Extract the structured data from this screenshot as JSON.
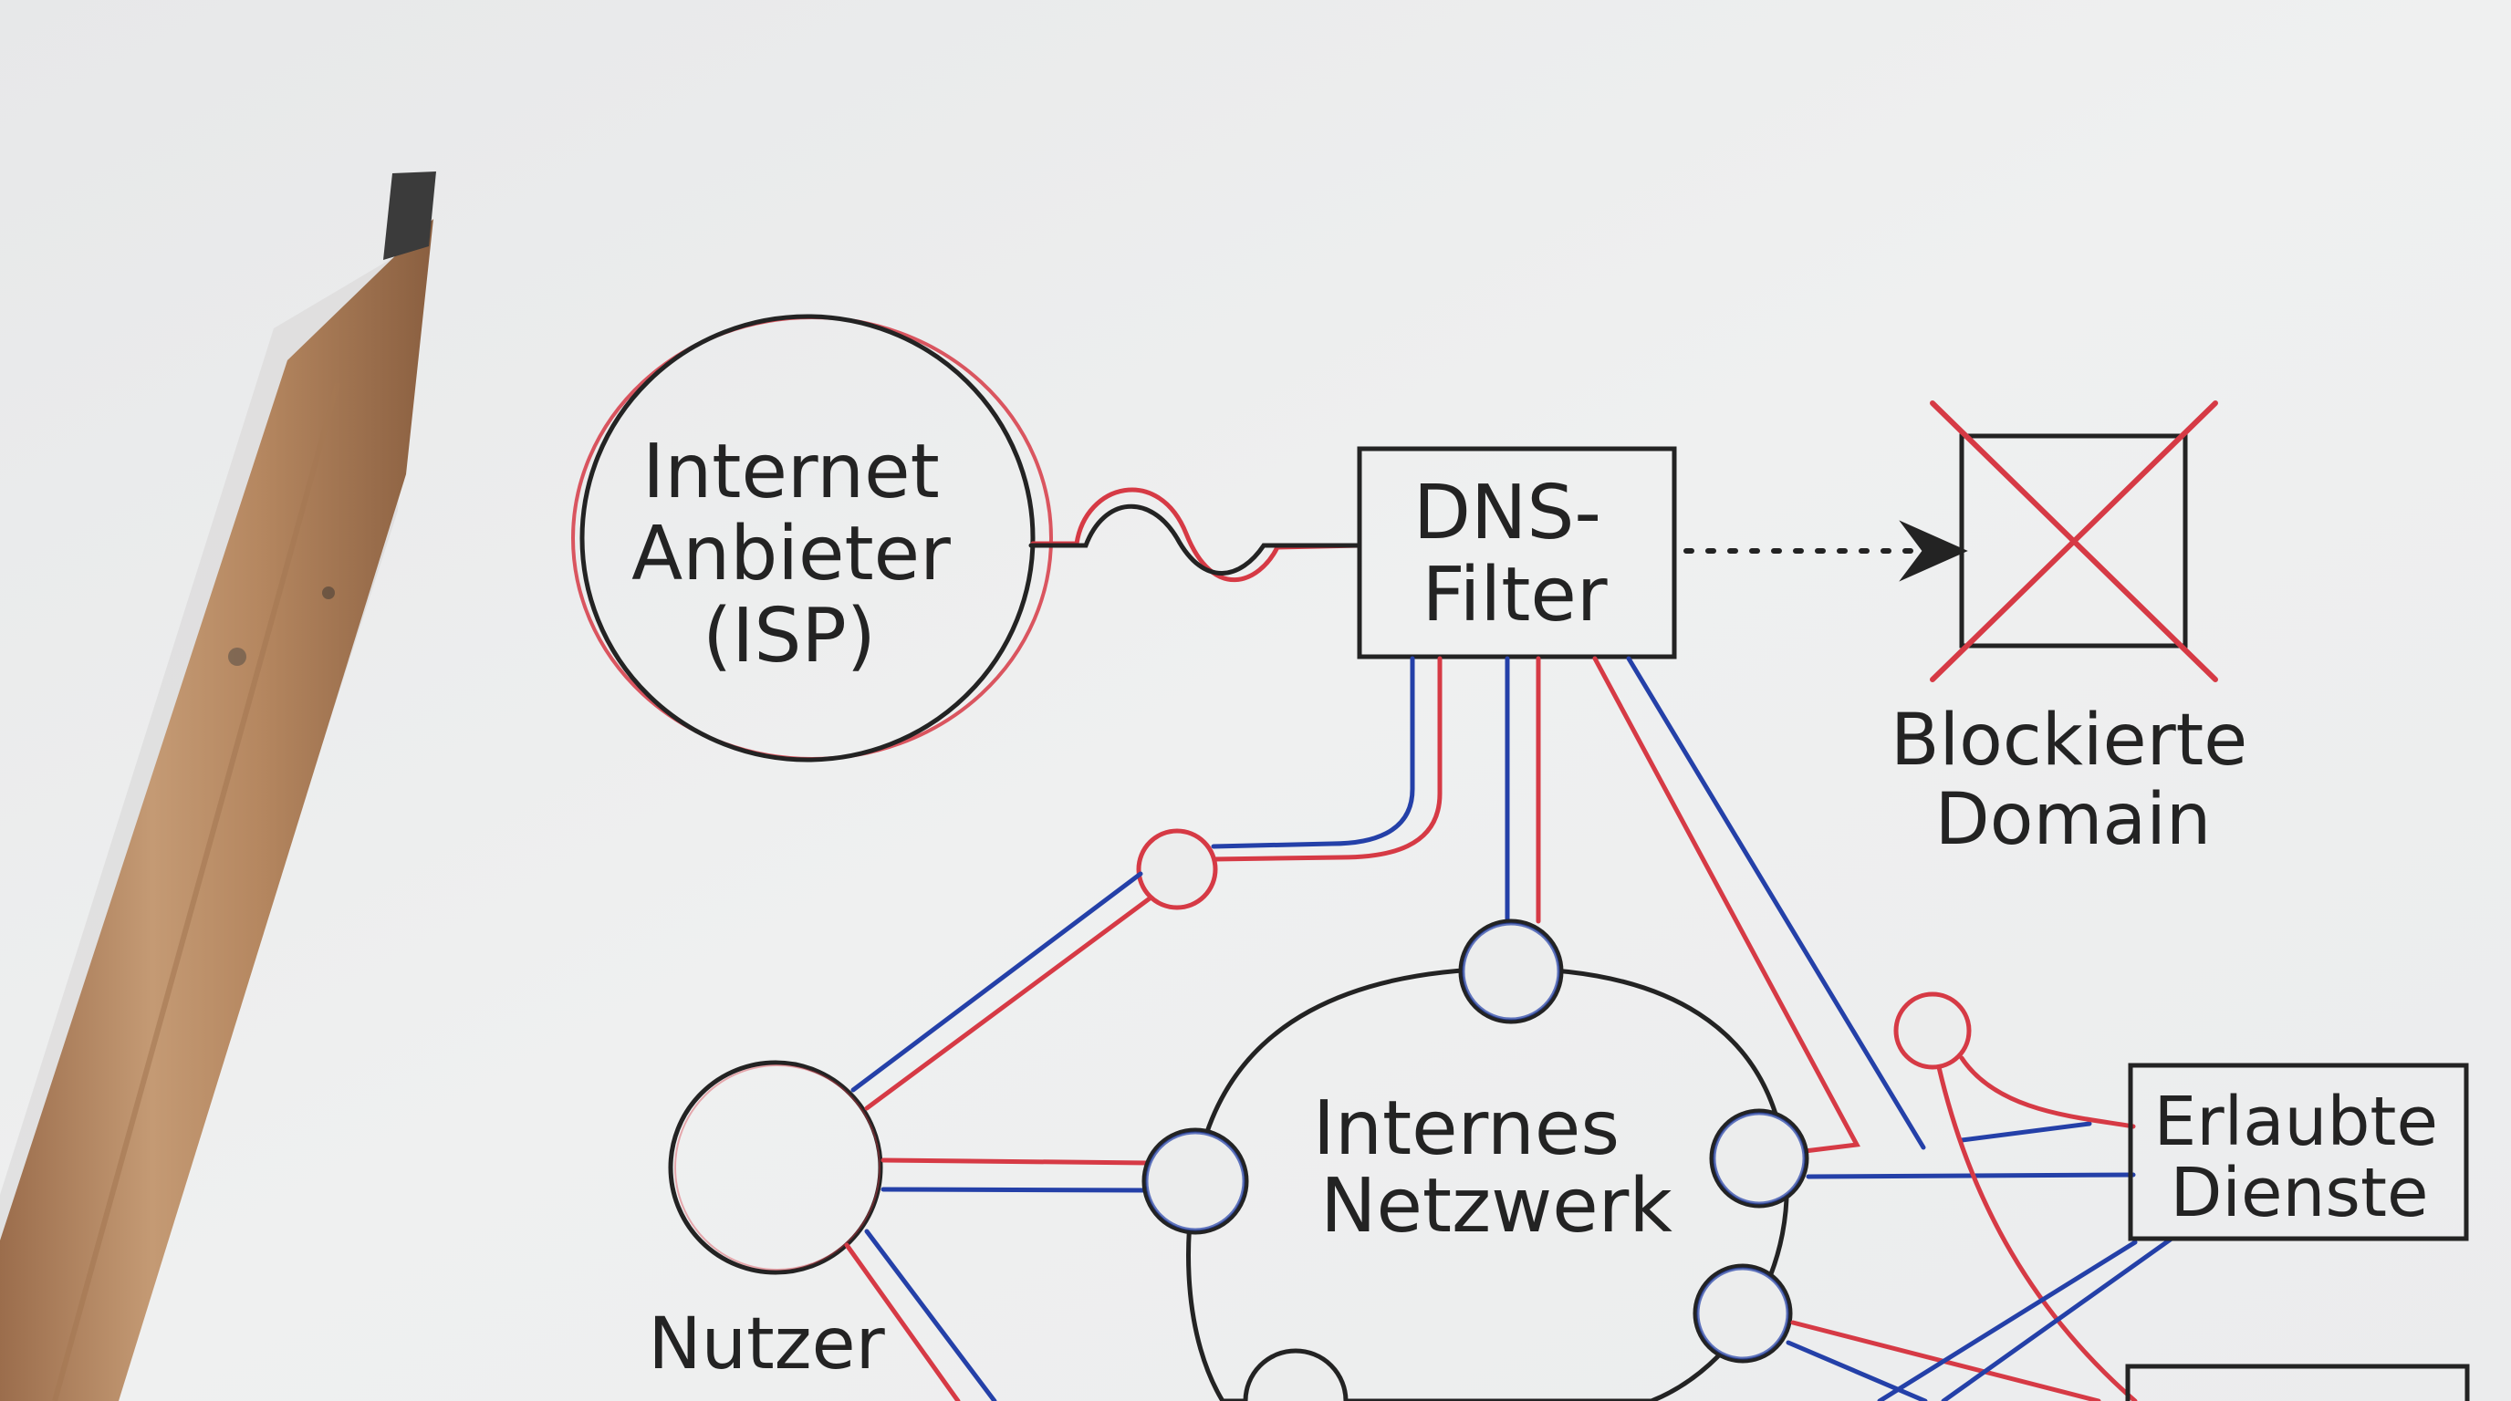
{
  "nodes": {
    "isp": {
      "lines": [
        "Internet",
        "Anbieter",
        "(ISP)"
      ]
    },
    "dns": {
      "lines": [
        "DNS-",
        "Filter"
      ]
    },
    "blocked": {
      "lines": [
        "Blockierte",
        "Domain"
      ]
    },
    "internal": {
      "lines": [
        "Internes",
        "Netzwerk"
      ]
    },
    "user": {
      "lines": [
        "Nutzer"
      ]
    },
    "allowed": {
      "lines": [
        "Erlaubte",
        "Dienste"
      ]
    }
  },
  "colors": {
    "ink": "#232323",
    "red": "#d63a45",
    "blue": "#2440a8",
    "paper": "#eceded",
    "pencil_wood": "#b98a63",
    "pencil_lead": "#3b3b3b"
  }
}
